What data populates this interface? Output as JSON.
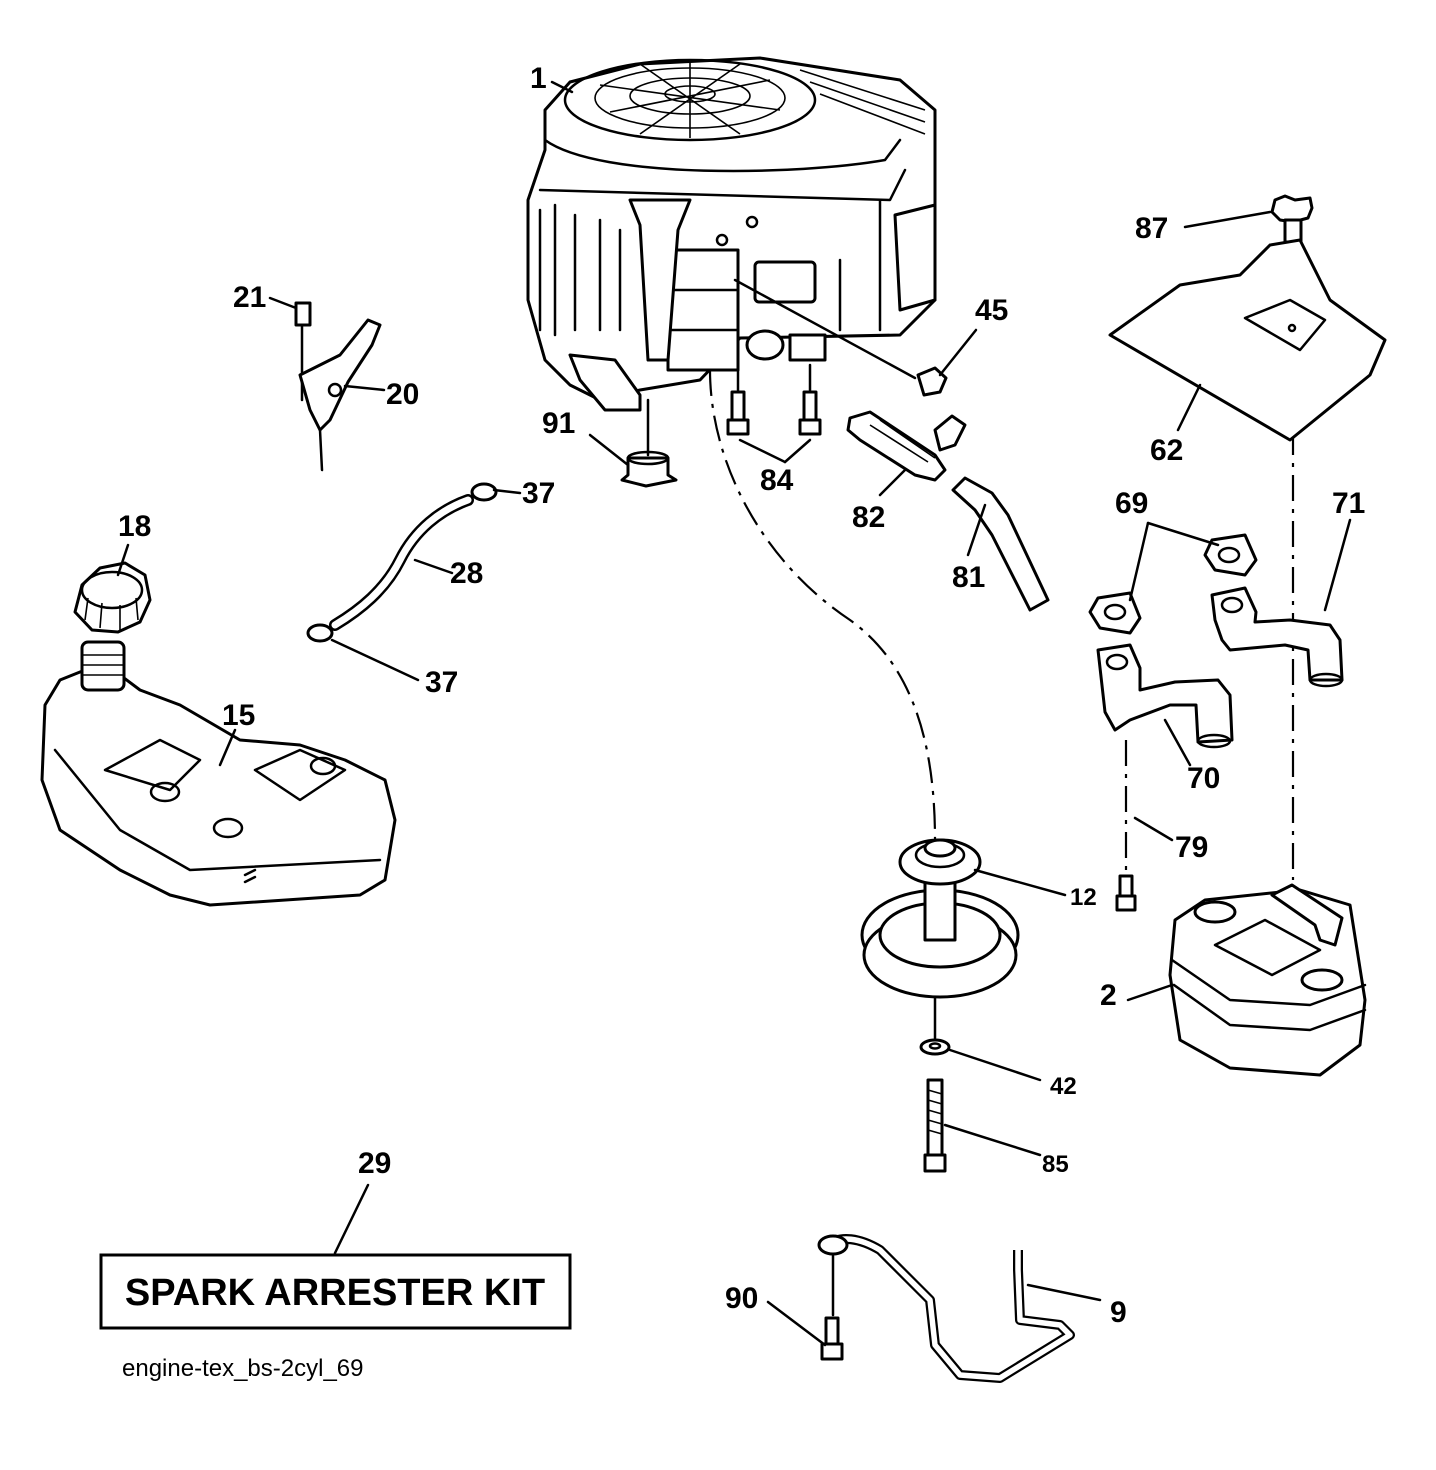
{
  "callouts": [
    {
      "id": "1",
      "text": "1"
    },
    {
      "id": "2",
      "text": "2"
    },
    {
      "id": "9",
      "text": "9"
    },
    {
      "id": "12",
      "text": "12"
    },
    {
      "id": "15",
      "text": "15"
    },
    {
      "id": "18",
      "text": "18"
    },
    {
      "id": "20",
      "text": "20"
    },
    {
      "id": "21",
      "text": "21"
    },
    {
      "id": "28",
      "text": "28"
    },
    {
      "id": "29",
      "text": "29"
    },
    {
      "id": "37a",
      "text": "37"
    },
    {
      "id": "37b",
      "text": "37"
    },
    {
      "id": "42",
      "text": "42"
    },
    {
      "id": "45",
      "text": "45"
    },
    {
      "id": "62",
      "text": "62"
    },
    {
      "id": "69",
      "text": "69"
    },
    {
      "id": "70",
      "text": "70"
    },
    {
      "id": "71",
      "text": "71"
    },
    {
      "id": "79",
      "text": "79"
    },
    {
      "id": "81",
      "text": "81"
    },
    {
      "id": "82",
      "text": "82"
    },
    {
      "id": "84",
      "text": "84"
    },
    {
      "id": "85",
      "text": "85"
    },
    {
      "id": "87",
      "text": "87"
    },
    {
      "id": "90",
      "text": "90"
    },
    {
      "id": "91",
      "text": "91"
    }
  ],
  "kit_box": {
    "label": "SPARK ARRESTER KIT"
  },
  "caption": "engine-tex_bs-2cyl_69"
}
